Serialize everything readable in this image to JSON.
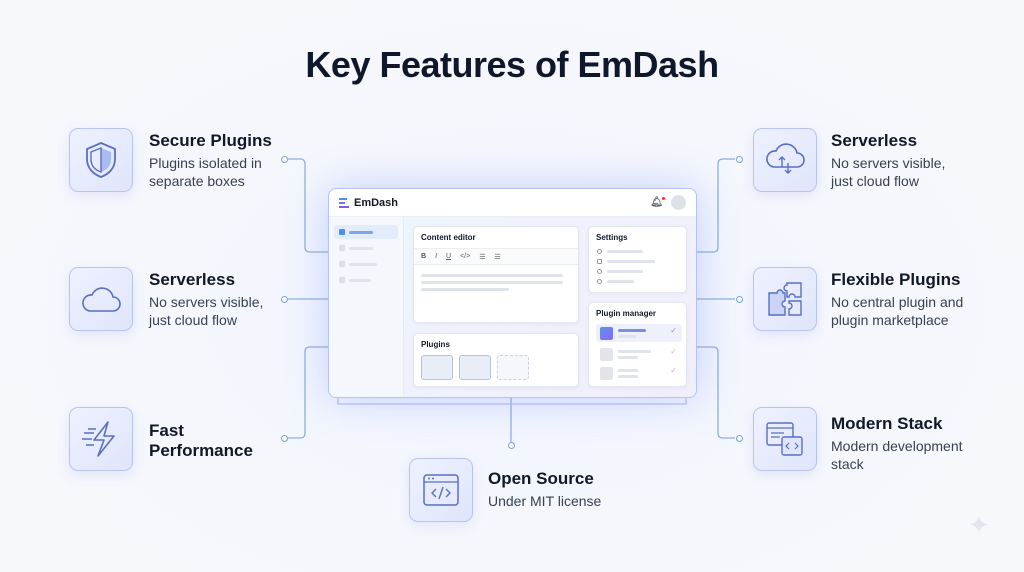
{
  "title": "Key Features of EmDash",
  "features": {
    "secure": {
      "title": "Secure Plugins",
      "desc": "Plugins isolated in separate boxes",
      "icon": "shield-icon"
    },
    "serverless_left": {
      "title": "Serverless",
      "desc": "No servers visible, just cloud flow",
      "icon": "cloud-icon"
    },
    "fast": {
      "title": "Fast Performance",
      "desc": "",
      "icon": "lightning-icon"
    },
    "serverless_right": {
      "title": "Serverless",
      "desc": "No servers visible, just cloud flow",
      "icon": "cloud-sync-icon"
    },
    "flexible": {
      "title": "Flexible Plugins",
      "desc": "No central plugin and plugin marketplace",
      "icon": "puzzle-icon"
    },
    "modern": {
      "title": "Modern Stack",
      "desc": "Modern development stack",
      "icon": "code-window-icon"
    },
    "opensource": {
      "title": "Open Source",
      "desc": "Under MIT license",
      "icon": "code-icon"
    }
  },
  "app": {
    "name": "EmDash",
    "content_editor": "Content editor",
    "plugins": "Plugins",
    "settings": "Settings",
    "plugin_manager": "Plugin manager",
    "toolbar": [
      "B",
      "I",
      "U",
      "</>",
      "☰",
      "☰"
    ]
  },
  "colors": {
    "accent": "#6b7cf0",
    "line": "#8fb0dc"
  }
}
